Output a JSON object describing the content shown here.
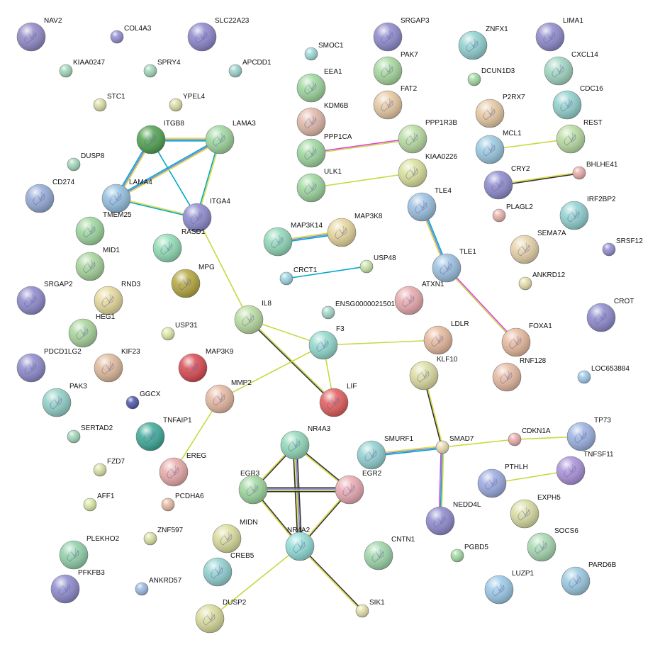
{
  "nodes": [
    {
      "id": "NAV2",
      "color": "#8e87c6",
      "big": true,
      "label": "NAV2"
    },
    {
      "id": "COL4A3",
      "color": "#8f8ad0",
      "big": false,
      "label": "COL4A3"
    },
    {
      "id": "SLC22A23",
      "color": "#8b84cc",
      "big": true,
      "label": "SLC22A23"
    },
    {
      "id": "KIAA0247",
      "color": "#9fd5b8",
      "big": false,
      "label": "KIAA0247"
    },
    {
      "id": "SPRY4",
      "color": "#9fd5b8",
      "big": false,
      "label": "SPRY4"
    },
    {
      "id": "APCDD1",
      "color": "#99d2cc",
      "big": false,
      "label": "APCDD1"
    },
    {
      "id": "STC1",
      "color": "#d9dca2",
      "big": false,
      "label": "STC1"
    },
    {
      "id": "YPEL4",
      "color": "#d9dca2",
      "big": false,
      "label": "YPEL4"
    },
    {
      "id": "ITGB8",
      "color": "#4ea04e",
      "big": true,
      "label": "ITGB8"
    },
    {
      "id": "LAMA3",
      "color": "#9cd69c",
      "big": true,
      "label": "LAMA3"
    },
    {
      "id": "DUSP8",
      "color": "#9fd5b8",
      "big": false,
      "label": "DUSP8"
    },
    {
      "id": "CD274",
      "color": "#93a9d6",
      "big": true,
      "label": "CD274"
    },
    {
      "id": "LAMA4",
      "color": "#93bfe0",
      "big": true,
      "label": "LAMA4"
    },
    {
      "id": "TMEM25",
      "color": "#9cd69c",
      "big": true,
      "label": "TMEM25"
    },
    {
      "id": "ITGA4",
      "color": "#8a88cc",
      "big": true,
      "label": "ITGA4"
    },
    {
      "id": "RASD1",
      "color": "#8fdcb4",
      "big": true,
      "label": "RASD1"
    },
    {
      "id": "MID1",
      "color": "#a6d49a",
      "big": true,
      "label": "MID1"
    },
    {
      "id": "MPG",
      "color": "#b3a63a",
      "big": true,
      "label": "MPG"
    },
    {
      "id": "SRGAP2",
      "color": "#8c88cc",
      "big": true,
      "label": "SRGAP2"
    },
    {
      "id": "RND3",
      "color": "#e6d99a",
      "big": true,
      "label": "RND3"
    },
    {
      "id": "HEG1",
      "color": "#a6d49a",
      "big": true,
      "label": "HEG1"
    },
    {
      "id": "USP31",
      "color": "#d9e8a2",
      "big": false,
      "label": "USP31"
    },
    {
      "id": "PDCD1LG2",
      "color": "#8c88cc",
      "big": true,
      "label": "PDCD1LG2"
    },
    {
      "id": "KIF23",
      "color": "#dfb899",
      "big": true,
      "label": "KIF23"
    },
    {
      "id": "MAP3K9",
      "color": "#d9464e",
      "big": true,
      "label": "MAP3K9"
    },
    {
      "id": "PAK3",
      "color": "#8fd0c6",
      "big": true,
      "label": "PAK3"
    },
    {
      "id": "GGCX",
      "color": "#4a55a8",
      "big": false,
      "label": "GGCX"
    },
    {
      "id": "SERTAD2",
      "color": "#9fd5b8",
      "big": false,
      "label": "SERTAD2"
    },
    {
      "id": "TNFAIP1",
      "color": "#3aa896",
      "big": true,
      "label": "TNFAIP1"
    },
    {
      "id": "FZD7",
      "color": "#d9e0a2",
      "big": false,
      "label": "FZD7"
    },
    {
      "id": "EREG",
      "color": "#e8a8a8",
      "big": true,
      "label": "EREG"
    },
    {
      "id": "AFF1",
      "color": "#d9e8a2",
      "big": false,
      "label": "AFF1"
    },
    {
      "id": "PCDHA6",
      "color": "#e6b8a0",
      "big": false,
      "label": "PCDHA6"
    },
    {
      "id": "ZNF597",
      "color": "#d9e0a2",
      "big": false,
      "label": "ZNF597"
    },
    {
      "id": "PLEKHO2",
      "color": "#8fd0a8",
      "big": true,
      "label": "PLEKHO2"
    },
    {
      "id": "PFKFB3",
      "color": "#8c88cc",
      "big": true,
      "label": "PFKFB3"
    },
    {
      "id": "ANKRD57",
      "color": "#9ab8e0",
      "big": false,
      "label": "ANKRD57"
    },
    {
      "id": "MIDN",
      "color": "#d9dc9a",
      "big": true,
      "label": "MIDN"
    },
    {
      "id": "CREB5",
      "color": "#8fd0d0",
      "big": true,
      "label": "CREB5"
    },
    {
      "id": "DUSP2",
      "color": "#d9dc9a",
      "big": true,
      "label": "DUSP2"
    },
    {
      "id": "NR4A3",
      "color": "#8fd8b8",
      "big": true,
      "label": "NR4A3"
    },
    {
      "id": "EGR3",
      "color": "#9cd69c",
      "big": true,
      "label": "EGR3"
    },
    {
      "id": "EGR2",
      "color": "#e8a8b0",
      "big": true,
      "label": "EGR2"
    },
    {
      "id": "NR4A2",
      "color": "#8fdcd6",
      "big": true,
      "label": "NR4A2"
    },
    {
      "id": "SIK1",
      "color": "#e2e0a8",
      "big": false,
      "label": "SIK1"
    },
    {
      "id": "MMP2",
      "color": "#e6b8a0",
      "big": true,
      "label": "MMP2"
    },
    {
      "id": "IL8",
      "color": "#b8dca0",
      "big": true,
      "label": "IL8"
    },
    {
      "id": "F3",
      "color": "#8fd8cc",
      "big": true,
      "label": "F3"
    },
    {
      "id": "LIF",
      "color": "#e25a5a",
      "big": true,
      "label": "LIF"
    },
    {
      "id": "SMOC1",
      "color": "#9ad8d6",
      "big": false,
      "label": "SMOC1"
    },
    {
      "id": "EEA1",
      "color": "#9cd69c",
      "big": true,
      "label": "EEA1"
    },
    {
      "id": "KDM6B",
      "color": "#dfb8a8",
      "big": true,
      "label": "KDM6B"
    },
    {
      "id": "PPP1CA",
      "color": "#9cd69c",
      "big": true,
      "label": "PPP1CA"
    },
    {
      "id": "ULK1",
      "color": "#9cd69c",
      "big": true,
      "label": "ULK1"
    },
    {
      "id": "SRGAP3",
      "color": "#8c88cc",
      "big": true,
      "label": "SRGAP3"
    },
    {
      "id": "PAK7",
      "color": "#a6d89c",
      "big": true,
      "label": "PAK7"
    },
    {
      "id": "FAT2",
      "color": "#e6c8a0",
      "big": true,
      "label": "FAT2"
    },
    {
      "id": "PPP1R3B",
      "color": "#b8dca0",
      "big": true,
      "label": "PPP1R3B"
    },
    {
      "id": "KIAA0226",
      "color": "#d9e09a",
      "big": true,
      "label": "KIAA0226"
    },
    {
      "id": "MAP3K14",
      "color": "#8fd8b8",
      "big": true,
      "label": "MAP3K14"
    },
    {
      "id": "MAP3K8",
      "color": "#e6d69a",
      "big": true,
      "label": "MAP3K8"
    },
    {
      "id": "CRCT1",
      "color": "#99d2e0",
      "big": false,
      "label": "CRCT1"
    },
    {
      "id": "USP48",
      "color": "#c8e4a8",
      "big": false,
      "label": "USP48"
    },
    {
      "id": "ENSG00000215019",
      "color": "#9fd5c8",
      "big": false,
      "label": "ENSG00000215019"
    },
    {
      "id": "ATXN1",
      "color": "#e8a8ac",
      "big": true,
      "label": "ATXN1"
    },
    {
      "id": "LDLR",
      "color": "#e6b89a",
      "big": true,
      "label": "LDLR"
    },
    {
      "id": "KLF10",
      "color": "#dcdca0",
      "big": true,
      "label": "KLF10"
    },
    {
      "id": "SMURF1",
      "color": "#8fd0d0",
      "big": true,
      "label": "SMURF1"
    },
    {
      "id": "SMAD7",
      "color": "#e6dcb0",
      "big": false,
      "label": "SMAD7"
    },
    {
      "id": "NEDD4L",
      "color": "#8c88cc",
      "big": true,
      "label": "NEDD4L"
    },
    {
      "id": "CNTN1",
      "color": "#9cd6a8",
      "big": true,
      "label": "CNTN1"
    },
    {
      "id": "PGBD5",
      "color": "#9fd8a0",
      "big": false,
      "label": "PGBD5"
    },
    {
      "id": "ZNFX1",
      "color": "#8fd0d0",
      "big": true,
      "label": "ZNFX1"
    },
    {
      "id": "LIMA1",
      "color": "#8c88cc",
      "big": true,
      "label": "LIMA1"
    },
    {
      "id": "DCUN1D3",
      "color": "#9fd8a0",
      "big": false,
      "label": "DCUN1D3"
    },
    {
      "id": "CXCL14",
      "color": "#9fd5c0",
      "big": true,
      "label": "CXCL14"
    },
    {
      "id": "P2RX7",
      "color": "#e6c8a0",
      "big": true,
      "label": "P2RX7"
    },
    {
      "id": "CDC16",
      "color": "#8fd0cc",
      "big": true,
      "label": "CDC16"
    },
    {
      "id": "MCL1",
      "color": "#99c8e0",
      "big": true,
      "label": "MCL1"
    },
    {
      "id": "REST",
      "color": "#b8dca0",
      "big": true,
      "label": "REST"
    },
    {
      "id": "CRY2",
      "color": "#8c88cc",
      "big": true,
      "label": "CRY2"
    },
    {
      "id": "BHLHE41",
      "color": "#e8a8a8",
      "big": false,
      "label": "BHLHE41"
    },
    {
      "id": "TLE4",
      "color": "#99bfe0",
      "big": true,
      "label": "TLE4"
    },
    {
      "id": "PLAGL2",
      "color": "#e8b0a8",
      "big": false,
      "label": "PLAGL2"
    },
    {
      "id": "IRF2BP2",
      "color": "#8fd0d0",
      "big": true,
      "label": "IRF2BP2"
    },
    {
      "id": "SRSF12",
      "color": "#8f8ad0",
      "big": false,
      "label": "SRSF12"
    },
    {
      "id": "SEMA7A",
      "color": "#e6d2a8",
      "big": true,
      "label": "SEMA7A"
    },
    {
      "id": "TLE1",
      "color": "#99bfe0",
      "big": true,
      "label": "TLE1"
    },
    {
      "id": "ANKRD12",
      "color": "#e6dca8",
      "big": false,
      "label": "ANKRD12"
    },
    {
      "id": "CROT",
      "color": "#8c88cc",
      "big": true,
      "label": "CROT"
    },
    {
      "id": "FOXA1",
      "color": "#e6b89a",
      "big": true,
      "label": "FOXA1"
    },
    {
      "id": "RNF128",
      "color": "#e6b8a0",
      "big": true,
      "label": "RNF128"
    },
    {
      "id": "LOC653884",
      "color": "#99c8e8",
      "big": false,
      "label": "LOC653884"
    },
    {
      "id": "TP73",
      "color": "#99b0e0",
      "big": true,
      "label": "TP73"
    },
    {
      "id": "CDKN1A",
      "color": "#e8a8a8",
      "big": false,
      "label": "CDKN1A"
    },
    {
      "id": "TNFSF11",
      "color": "#a890d8",
      "big": true,
      "label": "TNFSF11"
    },
    {
      "id": "PTHLH",
      "color": "#99a8e0",
      "big": true,
      "label": "PTHLH"
    },
    {
      "id": "EXPH5",
      "color": "#d9dca0",
      "big": true,
      "label": "EXPH5"
    },
    {
      "id": "SOCS6",
      "color": "#a6d8b0",
      "big": true,
      "label": "SOCS6"
    },
    {
      "id": "LUZP1",
      "color": "#99c8e8",
      "big": true,
      "label": "LUZP1"
    },
    {
      "id": "PARD6B",
      "color": "#99c8e0",
      "big": true,
      "label": "PARD6B"
    }
  ],
  "edges": [
    {
      "a": "ITGB8",
      "b": "LAMA3",
      "colors": [
        "#dcdc40",
        "#8080dd",
        "#00a8c8"
      ]
    },
    {
      "a": "ITGB8",
      "b": "LAMA4",
      "colors": [
        "#dcdc40",
        "#8080dd",
        "#00a8c8"
      ]
    },
    {
      "a": "ITGB8",
      "b": "ITGA4",
      "colors": [
        "#00a8c8"
      ]
    },
    {
      "a": "LAMA3",
      "b": "LAMA4",
      "colors": [
        "#dcdc40",
        "#8080dd",
        "#00a8c8"
      ]
    },
    {
      "a": "LAMA3",
      "b": "ITGA4",
      "colors": [
        "#dcdc40",
        "#00a8c8"
      ]
    },
    {
      "a": "LAMA4",
      "b": "ITGA4",
      "colors": [
        "#dcdc40",
        "#00a8c8"
      ]
    },
    {
      "a": "ITGA4",
      "b": "IL8",
      "colors": [
        "#c8d840"
      ]
    },
    {
      "a": "IL8",
      "b": "F3",
      "colors": [
        "#c8d840"
      ]
    },
    {
      "a": "IL8",
      "b": "LIF",
      "colors": [
        "#c8d840",
        "#333333"
      ]
    },
    {
      "a": "F3",
      "b": "LIF",
      "colors": [
        "#c8d840"
      ]
    },
    {
      "a": "F3",
      "b": "LDLR",
      "colors": [
        "#c8d840"
      ]
    },
    {
      "a": "F3",
      "b": "MMP2",
      "colors": [
        "#c8d840"
      ]
    },
    {
      "a": "MMP2",
      "b": "EREG",
      "colors": [
        "#c8d840"
      ]
    },
    {
      "a": "PPP1CA",
      "b": "PPP1R3B",
      "colors": [
        "#dd44dd",
        "#c8d840"
      ]
    },
    {
      "a": "ULK1",
      "b": "KIAA0226",
      "colors": [
        "#c8d840"
      ]
    },
    {
      "a": "MAP3K14",
      "b": "MAP3K8",
      "colors": [
        "#dcdc40",
        "#8080dd",
        "#00a8c8"
      ]
    },
    {
      "a": "CRCT1",
      "b": "USP48",
      "colors": [
        "#00a8c8"
      ]
    },
    {
      "a": "MCL1",
      "b": "REST",
      "colors": [
        "#c8d840"
      ]
    },
    {
      "a": "CRY2",
      "b": "BHLHE41",
      "colors": [
        "#dcdc40",
        "#333333"
      ]
    },
    {
      "a": "TLE4",
      "b": "TLE1",
      "colors": [
        "#00a8c8",
        "#8080dd",
        "#dcdc40"
      ]
    },
    {
      "a": "TLE1",
      "b": "FOXA1",
      "colors": [
        "#dd44dd",
        "#c8d840"
      ]
    },
    {
      "a": "KLF10",
      "b": "SMAD7",
      "colors": [
        "#dcdc40",
        "#333333"
      ]
    },
    {
      "a": "SMURF1",
      "b": "SMAD7",
      "colors": [
        "#dcdc40",
        "#8080dd",
        "#00a8c8"
      ]
    },
    {
      "a": "SMAD7",
      "b": "NEDD4L",
      "colors": [
        "#dcdc40",
        "#00a8c8",
        "#dd44dd"
      ]
    },
    {
      "a": "SMAD7",
      "b": "CDKN1A",
      "colors": [
        "#c8d840"
      ]
    },
    {
      "a": "CDKN1A",
      "b": "TP73",
      "colors": [
        "#c8d840"
      ]
    },
    {
      "a": "PTHLH",
      "b": "TNFSF11",
      "colors": [
        "#c8d840"
      ]
    },
    {
      "a": "NR4A3",
      "b": "EGR3",
      "colors": [
        "#333333",
        "#dcdc40"
      ]
    },
    {
      "a": "NR4A3",
      "b": "EGR2",
      "colors": [
        "#333333",
        "#dcdc40"
      ]
    },
    {
      "a": "NR4A3",
      "b": "NR4A2",
      "colors": [
        "#333333",
        "#8080dd",
        "#dcdc40",
        "#333333"
      ]
    },
    {
      "a": "EGR3",
      "b": "EGR2",
      "colors": [
        "#333333",
        "#8080dd",
        "#dcdc40",
        "#333333"
      ]
    },
    {
      "a": "EGR3",
      "b": "NR4A2",
      "colors": [
        "#333333",
        "#dcdc40"
      ]
    },
    {
      "a": "EGR2",
      "b": "NR4A2",
      "colors": [
        "#333333",
        "#dcdc40"
      ]
    },
    {
      "a": "NR4A2",
      "b": "DUSP2",
      "colors": [
        "#c8d840"
      ]
    },
    {
      "a": "NR4A2",
      "b": "SIK1",
      "colors": [
        "#333333",
        "#dcdc40"
      ]
    }
  ]
}
